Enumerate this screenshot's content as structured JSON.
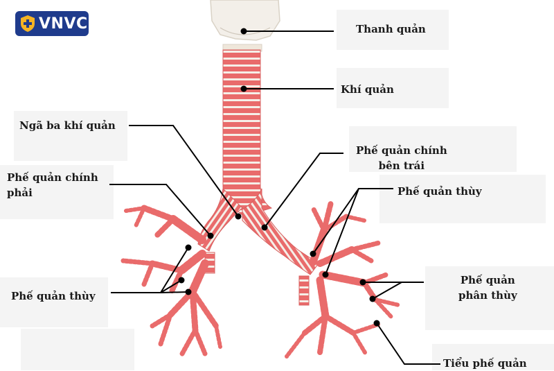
{
  "brand": {
    "logo_text": "VNVC"
  },
  "labels": {
    "thanh_quan": "Thanh quản",
    "khi_quan": "Khí quản",
    "nga_ba": "Ngã ba khí quản",
    "pq_chinh_trai": "Phế quản chính\nbên trái",
    "pq_chinh_phai": "Phế quản chính\nphải",
    "pq_thuy_right": "Phế quản thùy",
    "pq_thuy_left": "Phế quản thùy",
    "pq_phan_thuy": "Phế quản\nphân thùy",
    "tieu_pq": "Tiểu phế quản"
  },
  "colors": {
    "cartilage": "#f3efe9",
    "airway": "#e96b6b",
    "logo_bg": "#1f3b8c",
    "shield": "#f5b323"
  }
}
